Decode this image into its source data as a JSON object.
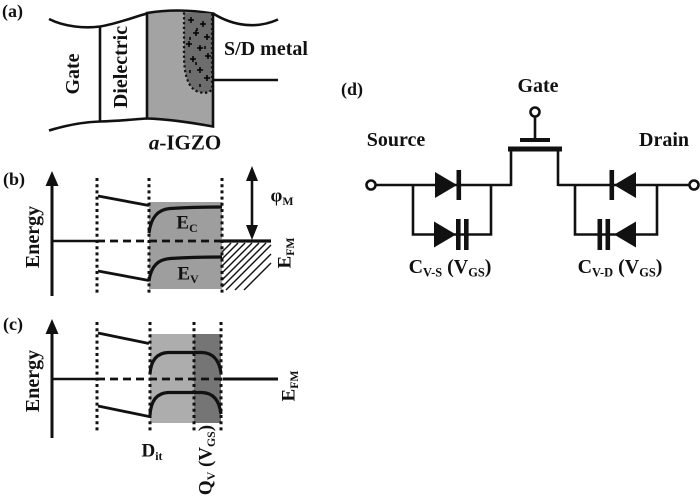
{
  "panels": {
    "a": {
      "label": "(a)",
      "gate": "Gate",
      "dielectric": "Dielectric",
      "sd_metal": "S/D metal",
      "igzo_italic": "a",
      "igzo_rest": "-IGZO"
    },
    "b": {
      "label": "(b)",
      "energy": "Energy",
      "ec": {
        "main": "E",
        "sub": "C"
      },
      "ev": {
        "main": "E",
        "sub": "V"
      },
      "phi": {
        "main": "φ",
        "sub": "M"
      },
      "efm": {
        "main": "E",
        "sub": "FM"
      }
    },
    "c": {
      "label": "(c)",
      "energy": "Energy",
      "efm": {
        "main": "E",
        "sub": "FM"
      },
      "dit": {
        "main": "D",
        "sub": "it"
      },
      "qv": {
        "p1": "Q",
        "s1": "V",
        "p2": " (V",
        "s2": "GS",
        "p3": ")"
      }
    },
    "d": {
      "label": "(d)",
      "gate": "Gate",
      "source": "Source",
      "drain": "Drain",
      "cvs": {
        "p1": "C",
        "s1": "V-S",
        "p2": " (V",
        "s2": "GS",
        "p3": ")"
      },
      "cvd": {
        "p1": "C",
        "s1": "V-D",
        "p2": " (V",
        "s2": "GS",
        "p3": ")"
      }
    }
  },
  "colors": {
    "background": "#ffffff",
    "ink": "#111111",
    "igzo_gray": "#a3a3a3",
    "interface_dark": "#6d6d6d",
    "band_gray": "#9e9e9e",
    "trap_light_gray": "#adadad",
    "trap_dark_gray": "#757575"
  }
}
